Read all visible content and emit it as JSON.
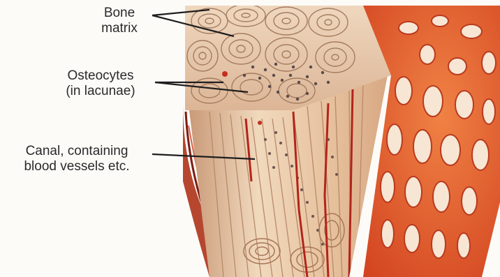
{
  "labels": {
    "bone_matrix": [
      "Bone",
      "matrix"
    ],
    "osteocytes": [
      "Osteocytes",
      "(in lacunae)"
    ],
    "canal": [
      "Canal, containing",
      "blood vessels etc."
    ]
  },
  "colors": {
    "background": "#fdfbf8",
    "bone_cream": "#f3dcc2",
    "bone_tan": "#e2b892",
    "spongy_orange": "#e8622e",
    "spongy_red": "#c9361c",
    "vessel_red": "#b3241a",
    "osteocyte_dark": "#5a4a4a",
    "leader_line": "#1e1e1e",
    "text": "#2a2a2a"
  }
}
